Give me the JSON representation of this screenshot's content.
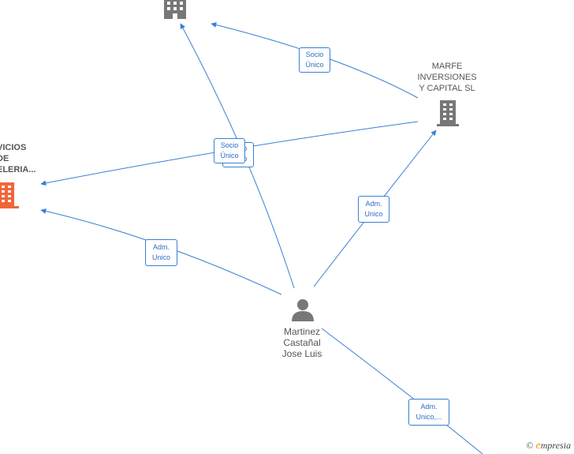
{
  "nodes": {
    "company_top": {
      "label": "",
      "kind": "company",
      "color": "#777777"
    },
    "company_left": {
      "label": "VICIOS\nDE\nELERIA...",
      "kind": "company",
      "color": "#f0663a"
    },
    "company_marfe": {
      "label": "MARFE\nINVERSIONES\nY CAPITAL  SL",
      "kind": "company",
      "color": "#777777"
    },
    "person": {
      "label": "Martinez\nCastañal\nJose Luis",
      "kind": "person",
      "color": "#777777"
    }
  },
  "edge_labels": {
    "marfe_to_top": "Socio\nÚnico",
    "person_to_top": "Socio\nÚnico",
    "marfe_to_left": "Socio\nÚnico",
    "person_to_marfe": "Adm.\nUnico",
    "person_to_left": "Adm.\nUnico",
    "person_to_offscreen": "Adm.\nUnico,..."
  },
  "colors": {
    "edge": "#3a7fd5",
    "edge_label_text": "#2d6ec4"
  },
  "watermark": {
    "copyright": "©",
    "brand_initial": "e",
    "brand_rest": "mpresia"
  }
}
